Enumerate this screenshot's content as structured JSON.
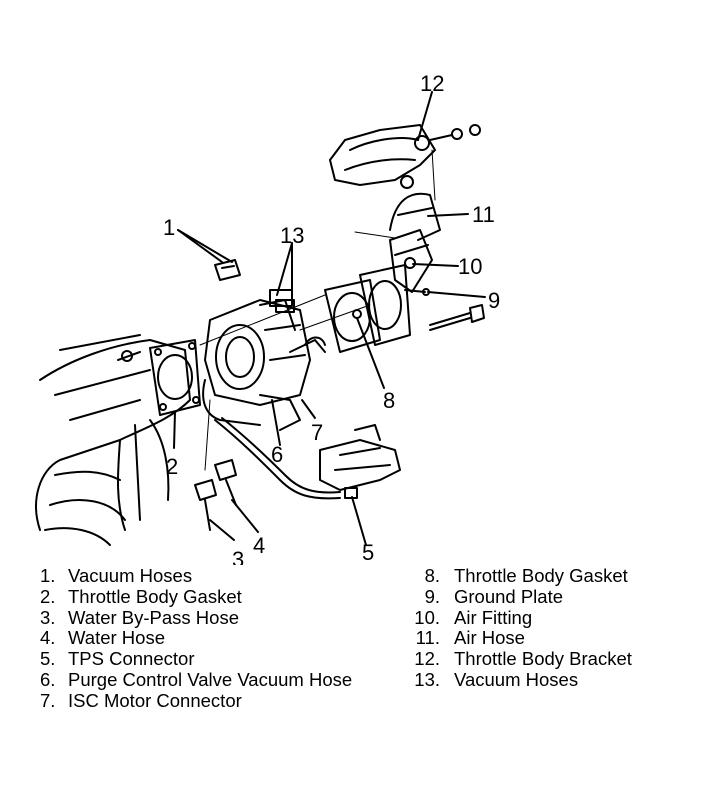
{
  "callouts": [
    "1",
    "2",
    "3",
    "4",
    "5",
    "6",
    "7",
    "8",
    "9",
    "10",
    "11",
    "12",
    "13"
  ],
  "legend": {
    "left": [
      {
        "num": "1.",
        "text": "Vacuum Hoses"
      },
      {
        "num": "2.",
        "text": "Throttle Body Gasket"
      },
      {
        "num": "3.",
        "text": "Water By-Pass Hose"
      },
      {
        "num": "4.",
        "text": "Water Hose"
      },
      {
        "num": "5.",
        "text": "TPS Connector"
      },
      {
        "num": "6.",
        "text": "Purge Control Valve Vacuum Hose"
      },
      {
        "num": "7.",
        "text": "ISC Motor Connector"
      }
    ],
    "right": [
      {
        "num": "8.",
        "text": "Throttle Body Gasket"
      },
      {
        "num": "9.",
        "text": "Ground Plate"
      },
      {
        "num": "10.",
        "text": "Air Fitting"
      },
      {
        "num": "11.",
        "text": "Air Hose"
      },
      {
        "num": "12.",
        "text": "Throttle Body Bracket"
      },
      {
        "num": "13.",
        "text": "Vacuum Hoses"
      }
    ]
  }
}
